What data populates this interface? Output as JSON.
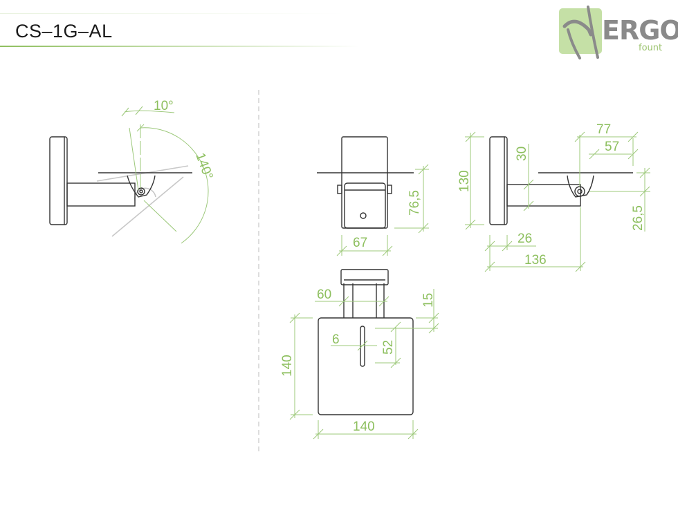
{
  "header": {
    "title": "CS–1G–AL"
  },
  "logo": {
    "brand": "ERGO",
    "sub": "fount"
  },
  "colors": {
    "dimension": "#8dbf5e",
    "part": "#333333",
    "logo_green": "#c5e0a6"
  },
  "dimensions": {
    "tilt_back": "10°",
    "tilt_range": "140°",
    "front_height": "76,5",
    "front_width": "67",
    "side_height": "130",
    "arm_height": "30",
    "shelf_depth": "77",
    "shelf_inner": "57",
    "hinge_offset": "26,5",
    "plate_depth": "26",
    "total_depth": "136",
    "stem_width": "60",
    "stem_gap": "15",
    "slot_width": "6",
    "slot_length": "52",
    "plate_height": "140",
    "plate_width": "140"
  }
}
